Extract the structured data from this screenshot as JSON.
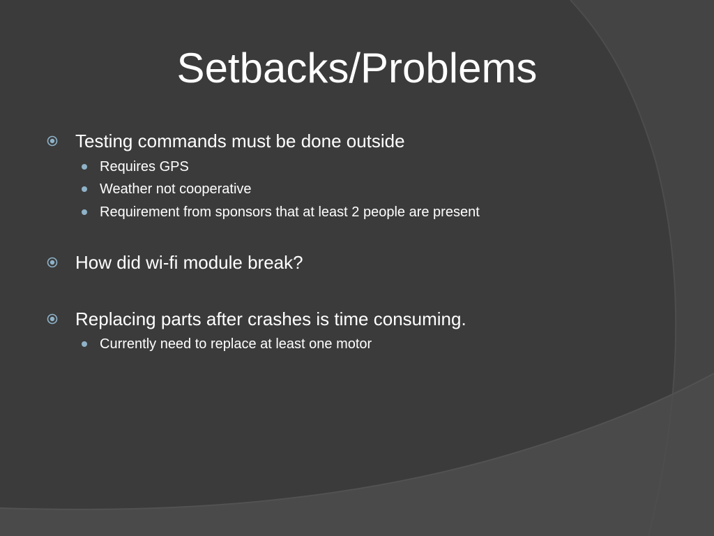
{
  "slide": {
    "title": "Setbacks/Problems",
    "bullets": [
      {
        "text": "Testing commands must be done outside",
        "sub": [
          "Requires GPS",
          "Weather not cooperative",
          "Requirement from sponsors that at least 2 people are present"
        ]
      },
      {
        "text": "How did wi-fi module break?",
        "sub": []
      },
      {
        "text": "Replacing parts after crashes is time consuming.",
        "sub": [
          "Currently need to replace at least one motor"
        ]
      }
    ]
  },
  "colors": {
    "background": "#3b3b3b",
    "background_accent": "#444444",
    "text": "#ffffff",
    "bullet_accent": "#8fb3c9"
  },
  "icons": {
    "level1_bullet": "target-bullet-icon",
    "level2_bullet": "dot-bullet-icon"
  }
}
